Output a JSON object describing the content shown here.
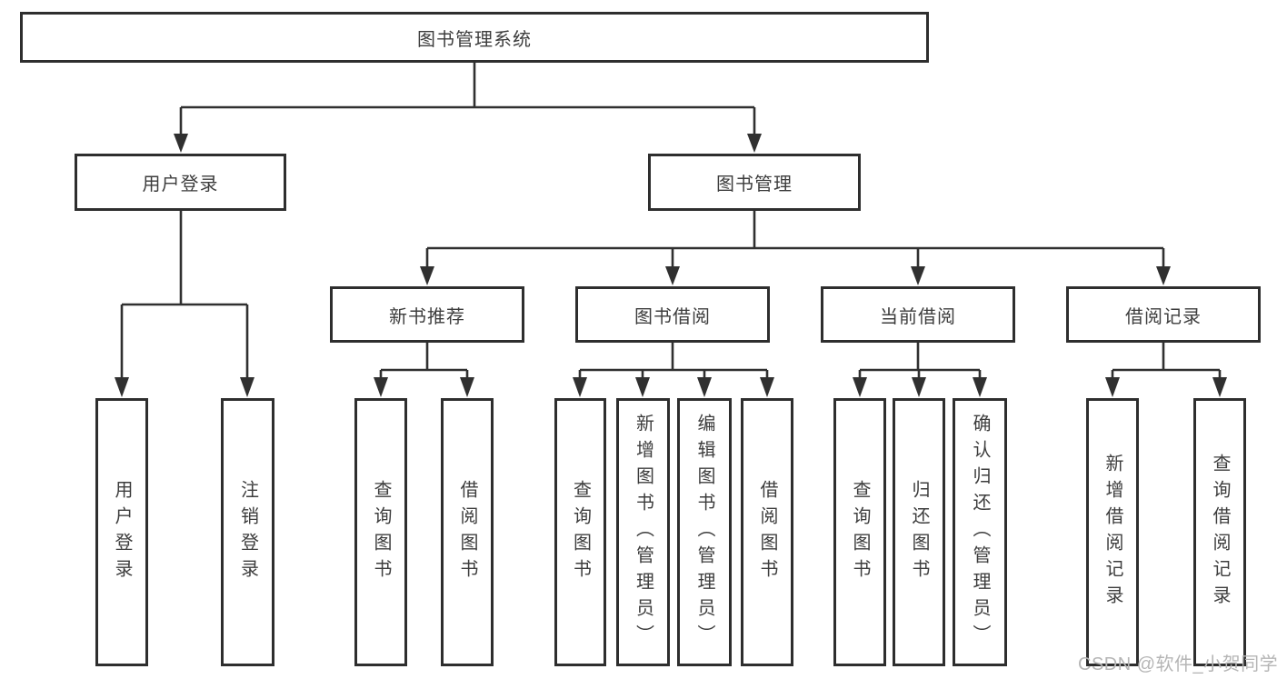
{
  "title": "图书管理系统",
  "tree": {
    "label": "图书管理系统",
    "children": [
      {
        "label": "用户登录",
        "children": [
          {
            "label": "用户登录"
          },
          {
            "label": "注销登录"
          }
        ]
      },
      {
        "label": "图书管理",
        "children": [
          {
            "label": "新书推荐",
            "children": [
              {
                "label": "查询图书"
              },
              {
                "label": "借阅图书"
              }
            ]
          },
          {
            "label": "图书借阅",
            "children": [
              {
                "label": "查询图书"
              },
              {
                "label": "新增图书（管理员）"
              },
              {
                "label": "编辑图书（管理员）"
              },
              {
                "label": "借阅图书"
              }
            ]
          },
          {
            "label": "当前借阅",
            "children": [
              {
                "label": "查询图书"
              },
              {
                "label": "归还图书"
              },
              {
                "label": "确认归还（管理员）"
              }
            ]
          },
          {
            "label": "借阅记录",
            "children": [
              {
                "label": "新增借阅记录"
              },
              {
                "label": "查询借阅记录"
              }
            ]
          }
        ]
      }
    ]
  },
  "watermark": {
    "text": "CSDN @软件_小贺同学"
  },
  "colors": {
    "line": "#303030",
    "border": "#2e2e2e",
    "text": "#3d3d3d",
    "wm": "#b5b5b5",
    "bg": "#ffffff"
  }
}
